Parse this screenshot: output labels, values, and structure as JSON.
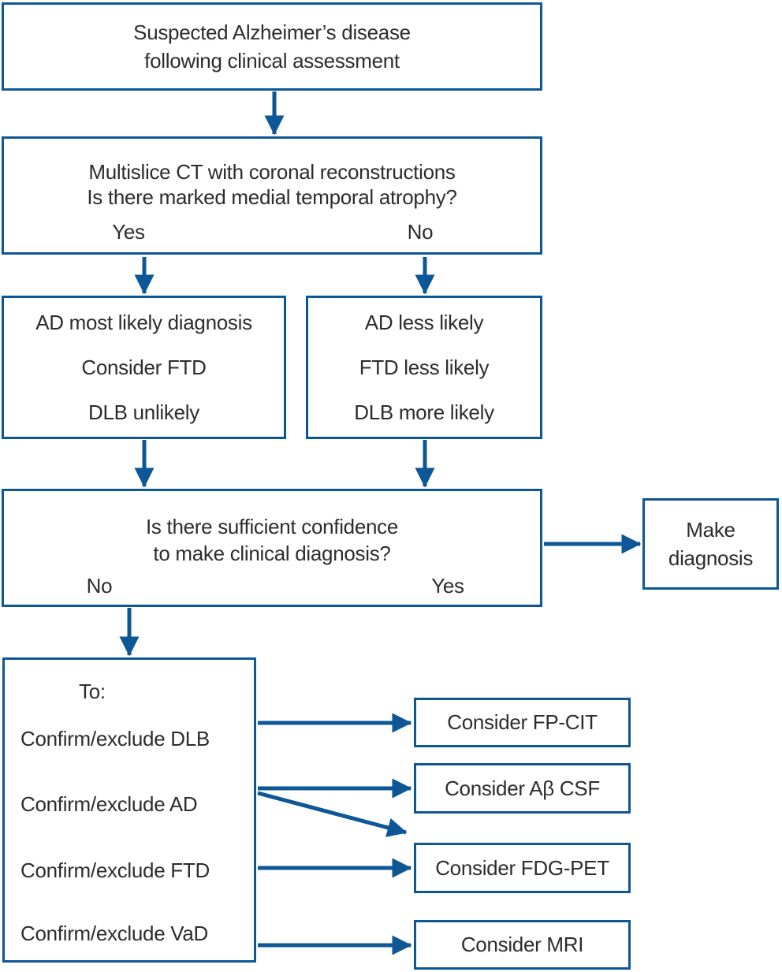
{
  "figure": {
    "type": "flowchart",
    "description": "Diagnostic imaging pathway for suspected Alzheimer's disease"
  },
  "colors": {
    "outline": "#0e5796",
    "text": "#2d2d2d",
    "background": "#ffffff"
  },
  "nodes": {
    "suspected": {
      "line1": "Suspected Alzheimer’s disease",
      "line2": "following clinical assessment"
    },
    "ct": {
      "line1": "Multislice CT with coronal reconstructions",
      "line2": "Is there marked medial temporal atrophy?",
      "yes_label": "Yes",
      "no_label": "No"
    },
    "mta_yes": {
      "line1": "AD most likely diagnosis",
      "line2": "Consider FTD",
      "line3": "DLB unlikely"
    },
    "mta_no": {
      "line1": "AD less likely",
      "line2": "FTD less likely",
      "line3": "DLB more likely"
    },
    "confidence": {
      "line1": "Is there sufficient confidence",
      "line2": "to make clinical diagnosis?",
      "no_label": "No",
      "yes_label": "Yes"
    },
    "make_diagnosis": {
      "line1": "Make",
      "line2": "diagnosis"
    },
    "workup": {
      "header": "To:",
      "items": [
        "Confirm/exclude DLB",
        "Confirm/exclude AD",
        "Confirm/exclude FTD",
        "Confirm/exclude VaD"
      ]
    },
    "considerations": {
      "fp_cit": "Consider FP-CIT",
      "ab_csf": "Consider Aβ CSF",
      "fdg_pet": "Consider FDG-PET",
      "mri": "Consider MRI"
    }
  }
}
